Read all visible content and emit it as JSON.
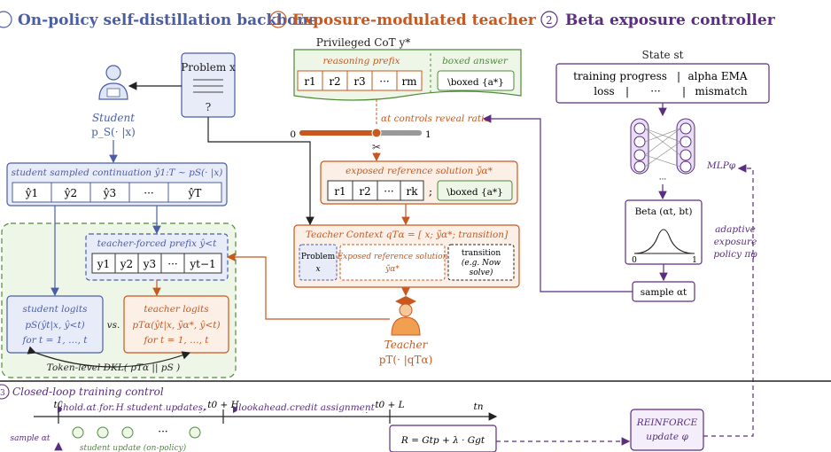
{
  "colors": {
    "blue": "#4a5ea8",
    "blue_fill": "#e8ecf8",
    "orange": "#c8581e",
    "orange_fill": "#fbefe6",
    "purple": "#5a2d82",
    "green": "#4f8a3a",
    "green_fill": "#eef6e8",
    "gray": "#555555"
  },
  "headers": {
    "backbone": "On-policy self-distillation backbone",
    "teacher_num": "1",
    "teacher": "Exposure-modulated teacher",
    "controller_num": "2",
    "controller": "Beta exposure controller",
    "loop_num": "3",
    "loop": "Closed-loop training control"
  },
  "student": {
    "label": "Student",
    "policy": "p_S(· |x)",
    "problem": "Problem x",
    "problem_q": "?",
    "continuation_title": "student sampled continuation ŷ1:T ~ pS(· |x)",
    "tokens": [
      "ŷ1",
      "ŷ2",
      "ŷ3",
      "···",
      "ŷT"
    ],
    "prefix_title": "teacher-forced prefix ŷ<t",
    "prefix_tokens": [
      "y1",
      "y2",
      "y3",
      "···",
      "yt−1"
    ],
    "logits_title": "student logits",
    "logits_formula": "pS(ŷt|x, ŷ<t)",
    "logits_range": "for t = 1, …, t",
    "vs": "vs.",
    "t_logits_title": "teacher logits",
    "t_logits_formula": "pTα(ŷt|x, ỹα*, ŷ<t)",
    "t_logits_range": "for t = 1, …, t",
    "kl": "Token-level DKL( pTα || pS )"
  },
  "teacher": {
    "cot": "Privileged CoT y*",
    "reasoning_prefix": "reasoning prefix",
    "reasoning_tokens": [
      "r1",
      "r2",
      "r3",
      "···",
      "rm"
    ],
    "boxed_title": "boxed answer",
    "boxed": "\\boxed {a*}",
    "ratio_label": "αt controls reveal ratio",
    "slider_min": "0",
    "slider_max": "1",
    "exposed_title": "exposed reference solution ỹα*",
    "exposed_tokens": [
      "r1",
      "r2",
      "···",
      "rk"
    ],
    "exposed_sep": ";",
    "exposed_boxed": "\\boxed {a*}",
    "context_title": "Teacher Context qTα = [ x; ỹα*; transition]",
    "ctx_problem": "Problem",
    "ctx_problem_x": "x",
    "ctx_exposed": "Exposed reference solution",
    "ctx_exposed_sym": "ỹα*",
    "ctx_transition": "transition",
    "ctx_transition_eg": "(e.g. Now",
    "ctx_transition_eg2": "solve)",
    "label": "Teacher",
    "policy": "pT(· |qTα)"
  },
  "controller": {
    "state": "State st",
    "state_items": [
      "training progress",
      "|",
      "alpha EMA",
      "loss",
      "|",
      "···",
      "|",
      "mismatch"
    ],
    "mlp": "MLPφ",
    "dots": "···",
    "beta": "Beta (αt, bt)",
    "beta_0": "0",
    "beta_1": "1",
    "policy_lines": [
      "adaptive",
      "exposure",
      "policy πφ"
    ],
    "sample": "sample αt"
  },
  "loop": {
    "t0": "t0",
    "hold": "hold αt for H student updates",
    "t0H": "t0 + H",
    "lookahead": "lookahead credit assignment",
    "t0L": "t0 + L",
    "tn": "tn",
    "sample": "sample αt",
    "student_update": "student update (on-policy)",
    "dots": "···",
    "reward": "R = Gtp + λ · Ggt",
    "reinforce_1": "REINFORCE",
    "reinforce_2": "update φ"
  }
}
